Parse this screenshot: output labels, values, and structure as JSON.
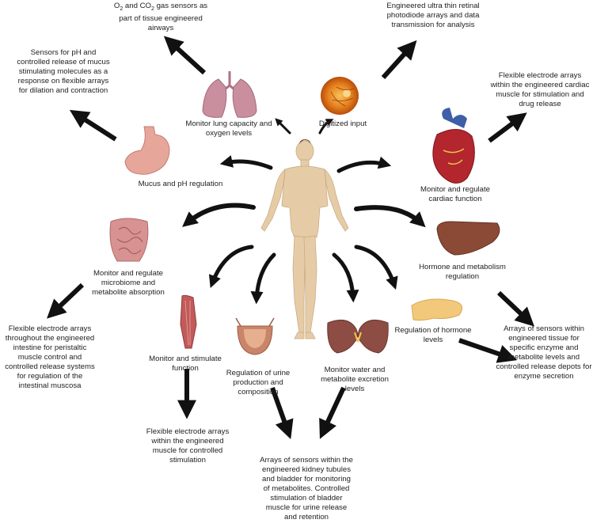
{
  "center": {
    "figure": "human-body"
  },
  "organs": {
    "lungs": {
      "name": "lungs",
      "label": "Monitor lung capacity and oxygen levels",
      "outcome_pre": "O",
      "outcome_sub1": "2",
      "outcome_mid": " and CO",
      "outcome_sub2": "2",
      "outcome_post": " gas sensors as part of tissue engineered airways"
    },
    "eye": {
      "name": "retina",
      "label": "Digitized input",
      "outcome": "Engineered ultra thin retinal photodiode arrays and data transmission for analysis"
    },
    "stomach": {
      "name": "stomach",
      "label": "Mucus and pH regulation",
      "outcome": "Sensors for pH and controlled release of mucus stimulating molecules as a response on flexible arrays for dilation and contraction"
    },
    "heart": {
      "name": "heart",
      "label": "Monitor and regulate cardiac function",
      "outcome": "Flexible electrode arrays within the engineered cardiac muscle for stimulation and drug release"
    },
    "intestine": {
      "name": "intestine",
      "label": "Monitor and regulate microbiome and metabolite absorption",
      "outcome": "Flexible electrode arrays throughout the engineered intestine for peristaltic muscle control and controlled release systems for regulation of the intestinal muscosa"
    },
    "liver": {
      "name": "liver",
      "label": "Hormone and metabolism regulation",
      "outcome": "Arrays of sensors within engineered tissue for specific enzyme and metabolite levels and controlled release depots for enzyme secretion"
    },
    "pancreas": {
      "name": "pancreas",
      "label": "Regulation of hormone levels"
    },
    "muscle": {
      "name": "muscle",
      "label": "Monitor and stimulate function",
      "outcome": "Flexible electrode arrays within the engineered muscle for controlled stimulation"
    },
    "bladder": {
      "name": "bladder",
      "label": "Regulation of urine production and composition"
    },
    "kidney": {
      "name": "kidney",
      "label": "Monitor water and metabolite excretion levels"
    }
  },
  "shared_outcome": "Arrays of sensors within the engineered kidney tubules and bladder for monitoring of metabolites. Controlled stimulation of bladder muscle for urine release and retention",
  "colors": {
    "arrow": "#111111",
    "skin": "#e8cfa8",
    "lung": "#c98f9e",
    "stomach": "#e7a69a",
    "heart": "#b3262e",
    "liver": "#8a4a36",
    "pancreas": "#f2c97b",
    "kidney": "#8d4d44",
    "muscle": "#c35a5a",
    "bladder": "#c9856a",
    "intestine": "#d79292",
    "eye": "#e07a1f"
  }
}
